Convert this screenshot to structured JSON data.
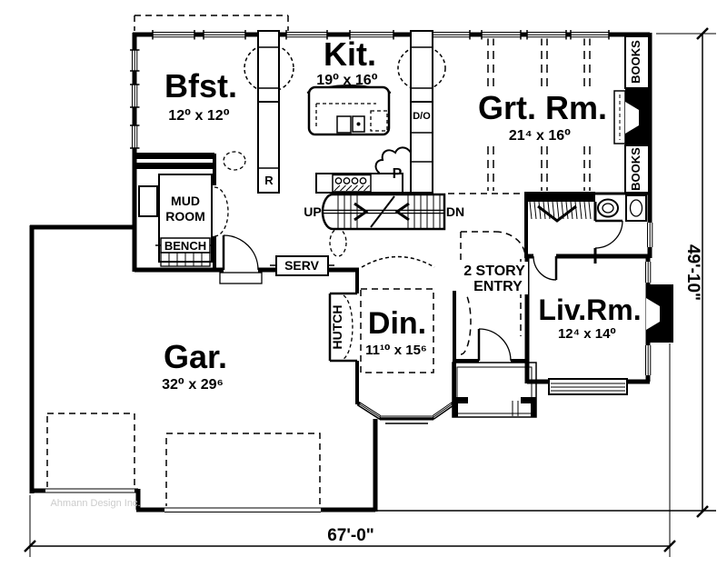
{
  "plan": {
    "rooms": {
      "breakfast": {
        "label": "Bfst.",
        "dims": "12⁰ x 12⁰"
      },
      "kitchen": {
        "label": "Kit.",
        "dims": "19⁰ x 16⁰"
      },
      "great_room": {
        "label": "Grt. Rm.",
        "dims": "21⁴ x 16⁰"
      },
      "mud_room": {
        "label_line1": "MUD",
        "label_line2": "ROOM"
      },
      "garage": {
        "label": "Gar.",
        "dims": "32⁰ x 29⁶"
      },
      "dining": {
        "label": "Din.",
        "dims": "11¹⁰ x 15⁶"
      },
      "living_room": {
        "label": "Liv.Rm.",
        "dims": "12⁴ x 14⁰"
      },
      "entry": {
        "label_line1": "2 STORY",
        "label_line2": "ENTRY"
      }
    },
    "features": {
      "bench": "BENCH",
      "serv": "SERV",
      "hutch": "HUTCH",
      "up": "UP",
      "dn": "DN",
      "refrigerator": "R",
      "pantry": "P",
      "double_oven": "D/O",
      "books_upper": "BOOKS",
      "books_lower": "BOOKS"
    },
    "dimensions": {
      "overall_width": "67'-0\"",
      "overall_depth": "49'-10\""
    },
    "watermark": "Ahmann Design Inc.",
    "colors": {
      "line": "#000000",
      "background": "#ffffff"
    }
  }
}
